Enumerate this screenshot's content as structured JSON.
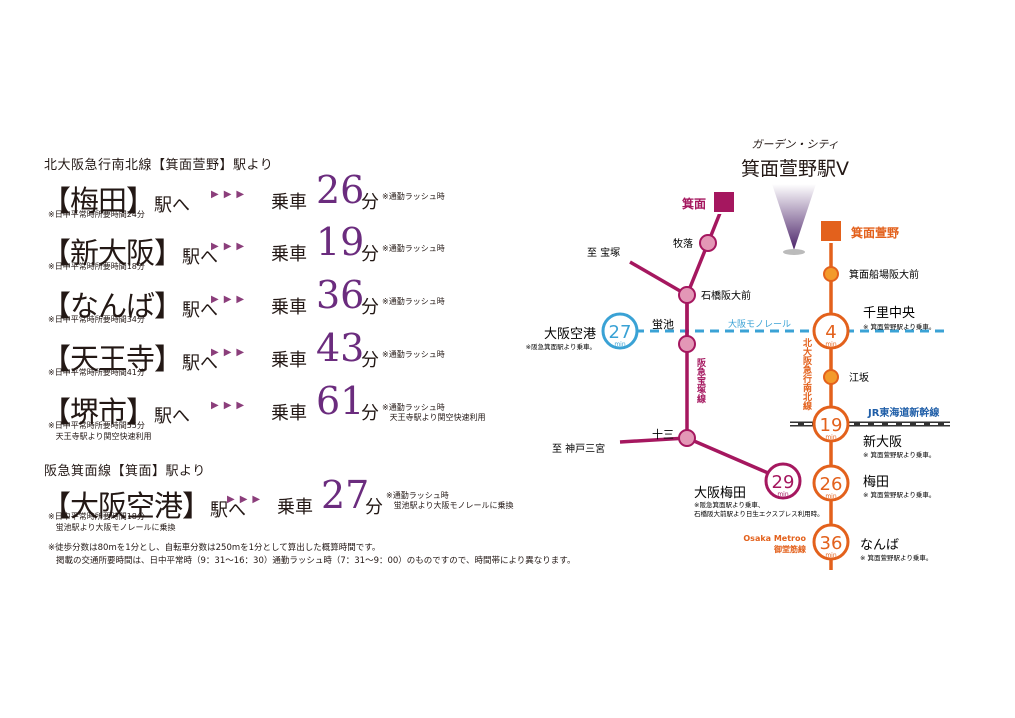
{
  "section1": {
    "header": "北大阪急行南北線【箕面萱野】駅より"
  },
  "routes": [
    {
      "dest": "【梅田】",
      "eki": "駅へ",
      "arrows": "▶▶▶",
      "josha": "乗車",
      "minutes": "26",
      "fun": "分",
      "rush": "※通勤ラッシュ時",
      "note": [
        "※日中平常時所要時間24分"
      ]
    },
    {
      "dest": "【新大阪】",
      "eki": "駅へ",
      "arrows": "▶▶▶",
      "josha": "乗車",
      "minutes": "19",
      "fun": "分",
      "rush": "※通勤ラッシュ時",
      "note": [
        "※日中平常時所要時間18分"
      ]
    },
    {
      "dest": "【なんば】",
      "eki": "駅へ",
      "arrows": "▶▶▶",
      "josha": "乗車",
      "minutes": "36",
      "fun": "分",
      "rush": "※通勤ラッシュ時",
      "note": [
        "※日中平常時所要時間34分"
      ]
    },
    {
      "dest": "【天王寺】",
      "eki": "駅へ",
      "arrows": "▶▶▶",
      "josha": "乗車",
      "minutes": "43",
      "fun": "分",
      "rush": "※通勤ラッシュ時",
      "note": [
        "※日中平常時所要時間41分"
      ]
    },
    {
      "dest": "【堺市】",
      "eki": "駅へ",
      "arrows": "▶▶▶",
      "josha": "乗車",
      "minutes": "61",
      "fun": "分",
      "rush": "※通勤ラッシュ時",
      "rush2": "天王寺駅より関空快速利用",
      "note": [
        "※日中平常時所要時間55分",
        "天王寺駅より関空快速利用"
      ]
    }
  ],
  "section2": {
    "header": "阪急箕面線【箕面】駅より",
    "route": {
      "dest": "【大阪空港】",
      "eki": "駅へ",
      "arrows": "▶▶▶",
      "josha": "乗車",
      "minutes": "27",
      "fun": "分",
      "rush": "※通勤ラッシュ時",
      "rush2": "蛍池駅より大阪モノレールに乗換",
      "note": [
        "※日中平常時所要時間18分",
        "蛍池駅より大阪モノレールに乗換"
      ]
    }
  },
  "footnotes": [
    "※徒歩分数は80mを1分とし、自転車分数は250mを1分として算出した概算時間です。",
    "掲載の交通所要時間は、日中平常時（9：31～16：30）通勤ラッシュ時（7：31～9：00）のものですので、時間帯により異なります。"
  ],
  "map": {
    "property_ruby": "ガーデン・シティ",
    "property_name": "箕面萱野駅Ⅴ",
    "min_unit": "min",
    "hankyu": {
      "color": "#a5175f",
      "minoh": "箕面",
      "makiochi": "牧落",
      "takarazuka": "至 宝塚",
      "ishibashi": "石橋阪大前",
      "hotarugaike": "蛍池",
      "line_name": "阪急宝塚線",
      "juso": "十三",
      "kobe": "至 神戸三宮",
      "umeda": "大阪梅田",
      "umeda_min": "29",
      "umeda_note1": "※阪急箕面駅より乗車、",
      "umeda_note2": "石橋阪大前駅より日生エクスプレス利用時。"
    },
    "monorail": {
      "color": "#3aa2d5",
      "name": "大阪モノレール",
      "airport": "大阪空港",
      "airport_min": "27",
      "airport_note": "※阪急箕面駅より乗車。"
    },
    "kitakyu": {
      "color": "#e3611c",
      "kayano": "箕面萱野",
      "funaba": "箕面船場阪大前",
      "senri": "千里中央",
      "senri_min": "4",
      "senri_note": "※ 箕面萱野駅より乗車。",
      "line_name": "北大阪急行南北線",
      "esaka": "江坂",
      "shinosaka": "新大阪",
      "shinosaka_min": "19",
      "shinosaka_note": "※ 箕面萱野駅より乗車。",
      "jr": "JR東海道新幹線",
      "umeda": "梅田",
      "umeda_min": "26",
      "umeda_note": "※ 箕面萱野駅より乗車。",
      "namba": "なんば",
      "namba_min": "36",
      "namba_note": "※ 箕面萱野駅より乗車。",
      "metro1": "Osaka Metroo",
      "metro2": "御堂筋線"
    }
  }
}
